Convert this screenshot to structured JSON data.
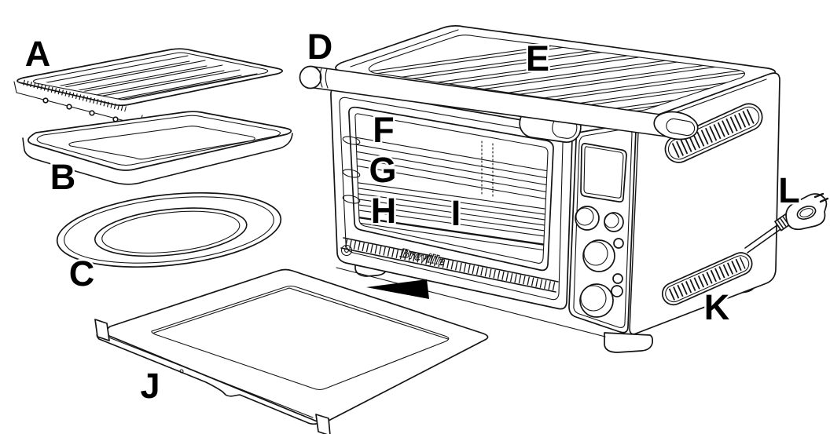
{
  "diagram": {
    "brand": "Breville",
    "labels": {
      "A": "A",
      "B": "B",
      "C": "C",
      "D": "D",
      "E": "E",
      "F": "F",
      "G": "G",
      "H": "H",
      "I": "I",
      "J": "J",
      "K": "K",
      "L": "L"
    },
    "colors": {
      "line": "#141414",
      "label": "#000000",
      "background": "#ffffff",
      "arrow": "#000000"
    }
  }
}
